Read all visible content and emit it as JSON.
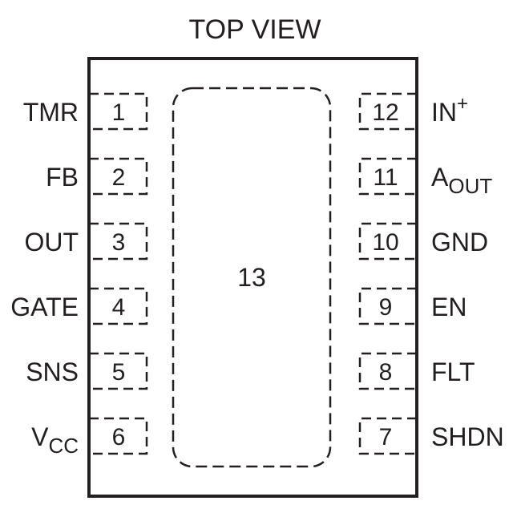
{
  "title": "TOP VIEW",
  "thermal_pad": {
    "number": "13"
  },
  "left_pins": [
    {
      "number": "1",
      "name": "TMR",
      "sub": "",
      "sup": ""
    },
    {
      "number": "2",
      "name": "FB",
      "sub": "",
      "sup": ""
    },
    {
      "number": "3",
      "name": "OUT",
      "sub": "",
      "sup": ""
    },
    {
      "number": "4",
      "name": "GATE",
      "sub": "",
      "sup": ""
    },
    {
      "number": "5",
      "name": "SNS",
      "sub": "",
      "sup": ""
    },
    {
      "number": "6",
      "name": "V",
      "sub": "CC",
      "sup": ""
    }
  ],
  "right_pins": [
    {
      "number": "12",
      "name": "IN",
      "sub": "",
      "sup": "+"
    },
    {
      "number": "11",
      "name": "A",
      "sub": "OUT",
      "sup": ""
    },
    {
      "number": "10",
      "name": "GND",
      "sub": "",
      "sup": ""
    },
    {
      "number": "9",
      "name": "EN",
      "sub": "",
      "sup": ""
    },
    {
      "number": "8",
      "name": "FLT",
      "sub": "",
      "sup": ""
    },
    {
      "number": "7",
      "name": "SHDN",
      "sub": "",
      "sup": ""
    }
  ]
}
